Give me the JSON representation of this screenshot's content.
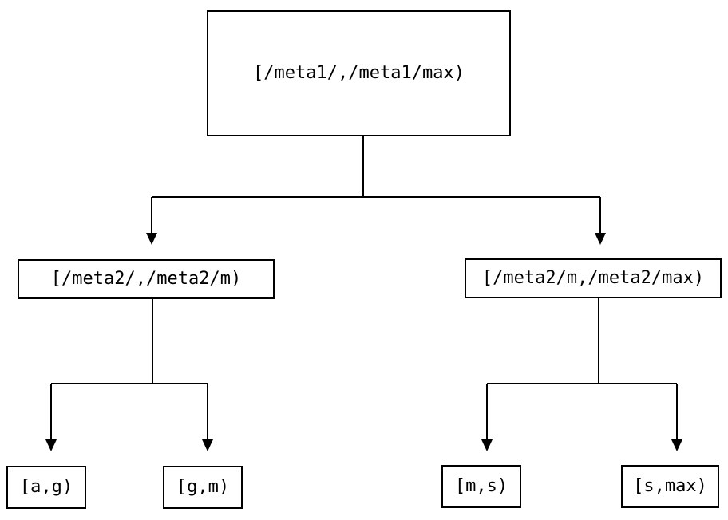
{
  "diagram": {
    "type": "binary-range-partition-tree",
    "line_color": "#000000",
    "background_color": "#ffffff",
    "tree": {
      "label": "[/meta1/,/meta1/max)",
      "children": [
        {
          "label": "[/meta2/,/meta2/m)",
          "children": [
            {
              "label": "[a,g)"
            },
            {
              "label": "[g,m)"
            }
          ]
        },
        {
          "label": "[/meta2/m,/meta2/max)",
          "children": [
            {
              "label": "[m,s)"
            },
            {
              "label": "[s,max)"
            }
          ]
        }
      ]
    }
  }
}
